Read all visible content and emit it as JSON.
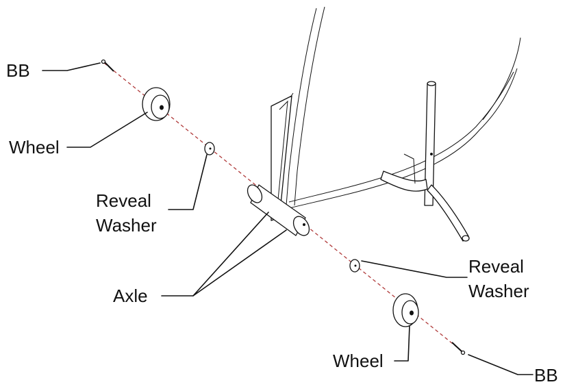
{
  "diagram": {
    "labels": {
      "bb_left": "BB",
      "wheel_left": "Wheel",
      "washer_left_line1": "Reveal",
      "washer_left_line2": "Washer",
      "axle": "Axle",
      "washer_right_line1": "Reveal",
      "washer_right_line2": "Washer",
      "wheel_right": "Wheel",
      "bb_right": "BB"
    },
    "colors": {
      "line": "#111111",
      "axis_dash": "#b03a3a",
      "background": "#ffffff"
    }
  }
}
